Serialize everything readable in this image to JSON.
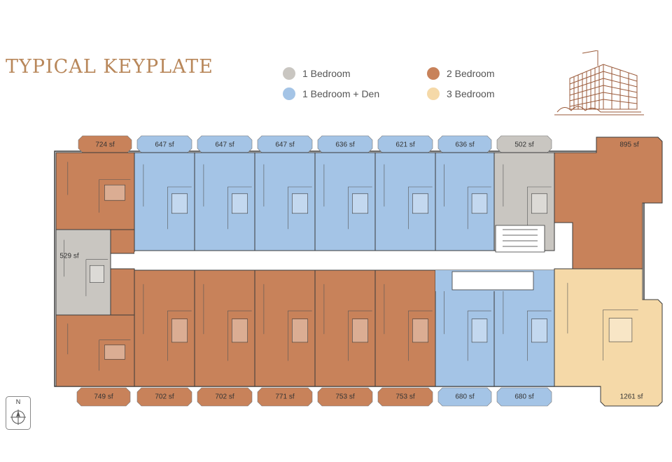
{
  "title": "TYPICAL KEYPLATE",
  "legend": [
    {
      "label": "1 Bedroom",
      "color": "#c9c6c1"
    },
    {
      "label": "1 Bedroom + Den",
      "color": "#a4c4e6"
    },
    {
      "label": "2 Bedroom",
      "color": "#c8825a"
    },
    {
      "label": "3 Bedroom",
      "color": "#f5d9a8"
    }
  ],
  "compass": {
    "label": "N"
  },
  "colors": {
    "one_bed": "#c9c6c1",
    "one_bed_den": "#a4c4e6",
    "two_bed": "#c8825a",
    "three_bed": "#f5d9a8",
    "wall": "#3a3a3a",
    "title": "#b8875a"
  },
  "units": {
    "top": [
      {
        "sf": "724 sf",
        "type": "2 Bedroom"
      },
      {
        "sf": "647 sf",
        "type": "1 Bedroom + Den"
      },
      {
        "sf": "647 sf",
        "type": "1 Bedroom + Den"
      },
      {
        "sf": "647 sf",
        "type": "1 Bedroom + Den"
      },
      {
        "sf": "636 sf",
        "type": "1 Bedroom + Den"
      },
      {
        "sf": "621 sf",
        "type": "1 Bedroom + Den"
      },
      {
        "sf": "636 sf",
        "type": "1 Bedroom + Den"
      },
      {
        "sf": "502 sf",
        "type": "1 Bedroom"
      },
      {
        "sf": "895 sf",
        "type": "2 Bedroom"
      }
    ],
    "west": {
      "sf": "529 sf",
      "type": "1 Bedroom"
    },
    "bottom": [
      {
        "sf": "749 sf",
        "type": "2 Bedroom"
      },
      {
        "sf": "702 sf",
        "type": "2 Bedroom"
      },
      {
        "sf": "702 sf",
        "type": "2 Bedroom"
      },
      {
        "sf": "771 sf",
        "type": "2 Bedroom"
      },
      {
        "sf": "753 sf",
        "type": "2 Bedroom"
      },
      {
        "sf": "753 sf",
        "type": "2 Bedroom"
      },
      {
        "sf": "680 sf",
        "type": "1 Bedroom + Den"
      },
      {
        "sf": "680 sf",
        "type": "1 Bedroom + Den"
      },
      {
        "sf": "1261 sf",
        "type": "3 Bedroom"
      }
    ]
  }
}
